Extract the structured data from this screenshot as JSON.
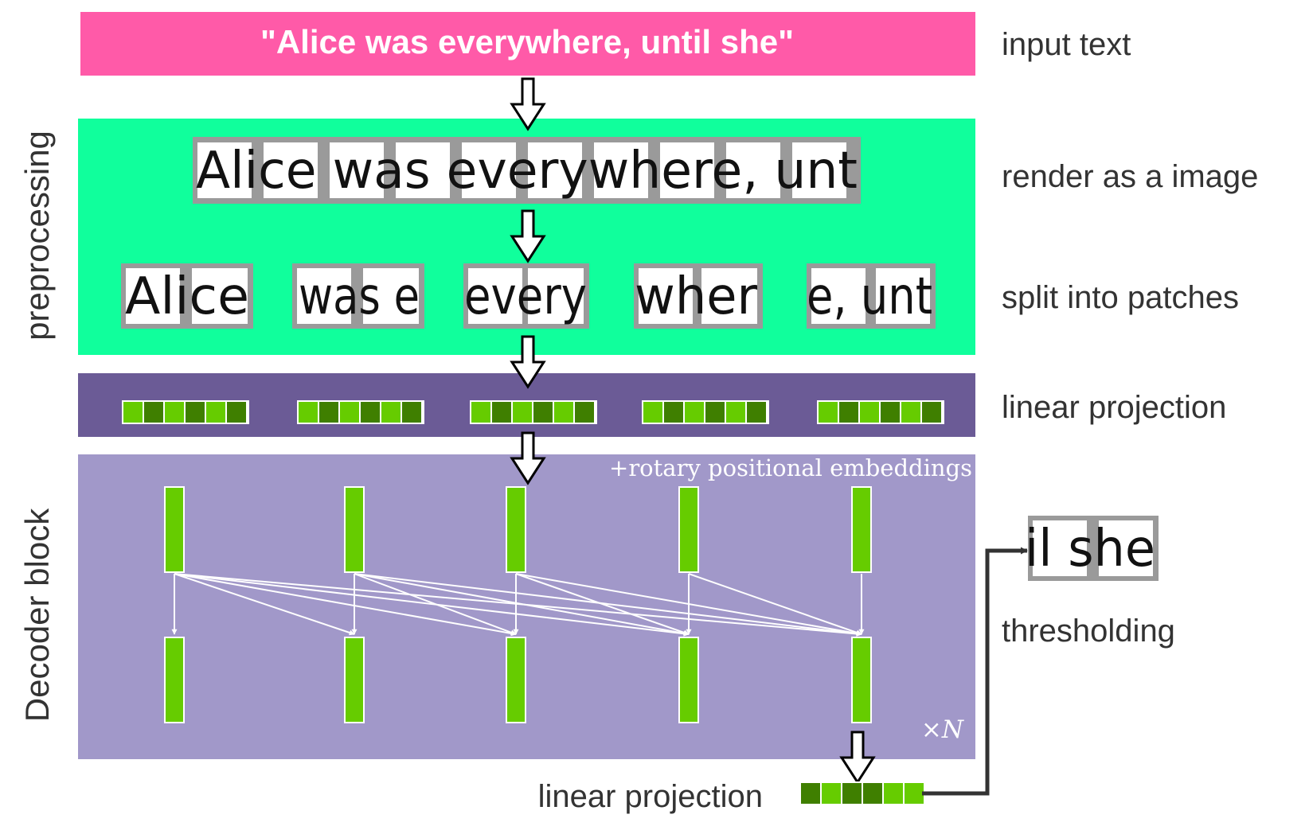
{
  "input": {
    "text": "\"Alice was everywhere, until she\"",
    "label": "input text"
  },
  "preprocessing": {
    "section_label": "preprocessing",
    "rendered_text": "Alice was everywhere, unt",
    "render_label": "render as a image",
    "patches": [
      "Alice",
      "was e",
      "every",
      "wher",
      "e, unt"
    ],
    "split_label": "split into patches"
  },
  "projection": {
    "label": "linear projection"
  },
  "decoder": {
    "section_label": "Decoder block",
    "rope_label": "+rotary positional embeddings",
    "repeat_label": "×N"
  },
  "output": {
    "projection_label": "linear projection",
    "patch_text": "il she",
    "threshold_label": "thresholding"
  },
  "colors": {
    "input_band": "#ff5aa8",
    "preprocessing_band": "#10ff9c",
    "projection_band": "#6b5b96",
    "decoder_band": "#a198c9",
    "token_green": "#66cc00",
    "token_dark_green": "#3f7f00",
    "patch_border": "#9a9a9a",
    "label_text": "#333333"
  }
}
